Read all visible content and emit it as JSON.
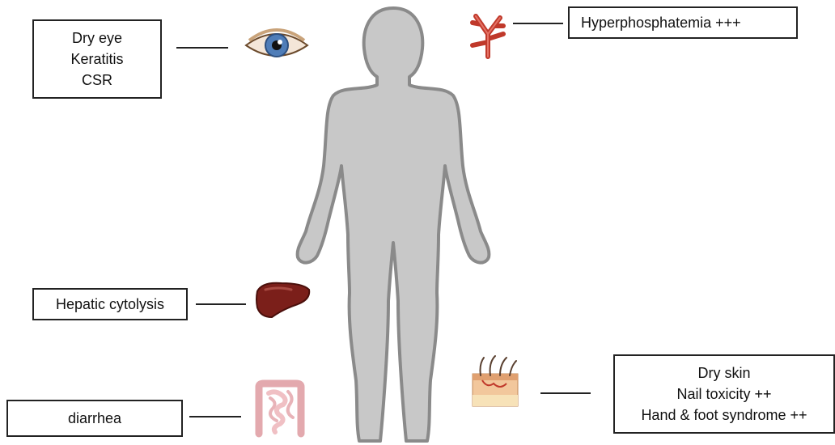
{
  "labels": {
    "eye": [
      "Dry eye",
      "Keratitis",
      "CSR"
    ],
    "vessel": [
      "Hyperphosphatemia +++"
    ],
    "liver": [
      "Hepatic cytolysis"
    ],
    "intestine": [
      "diarrhea"
    ],
    "skin": [
      "Dry skin",
      "Nail toxicity ++",
      "Hand & foot syndrome ++"
    ]
  },
  "icons": {
    "body": "human-body-silhouette",
    "eye": "eye-icon",
    "vessel": "blood-vessel-icon",
    "liver": "liver-icon",
    "intestine": "intestine-icon",
    "skin": "skin-cross-section-icon"
  },
  "colors": {
    "body_fill": "#c8c8c8",
    "body_stroke": "#8a8a8a",
    "vessel": "#c0392b",
    "liver": "#7b1f1a",
    "intestine": "#f6d3d6",
    "iris": "#4f7db8"
  }
}
